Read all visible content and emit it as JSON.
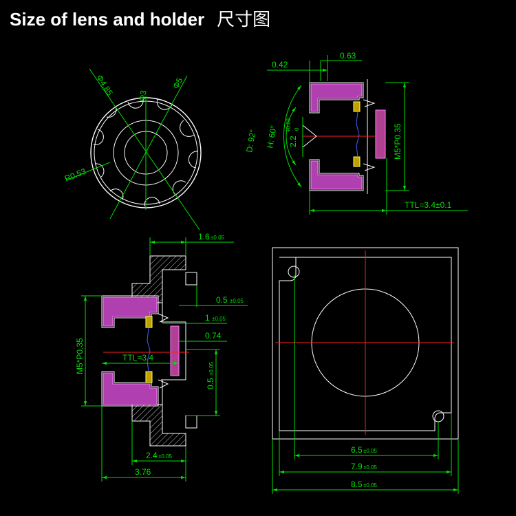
{
  "title": {
    "main": "Size of lens and holder",
    "cn": "尺寸图"
  },
  "top_left": {
    "d_outer": "Φ5",
    "d_mid": "Φ4.85",
    "d_inner": "Φ3",
    "radius": "R0.53"
  },
  "top_right": {
    "d042": "0.42",
    "d063": "0.63",
    "d_angle": "D: 92°",
    "h_angle": "H: 60°",
    "aperture": "2.2",
    "tol_up": "+0.03",
    "tol_dn": "0",
    "thread": "M5*P0.35",
    "ttl": "TTL=3.4±0.1"
  },
  "bottom_left": {
    "d16": "1.6",
    "d05a": "0.5",
    "d1": "1",
    "d074": "0.74",
    "d05b": "0.5",
    "thread": "M5*P0.35",
    "ttl": "TTL=3.4",
    "d24": "2.4",
    "d376": "3.76",
    "tol": "±0.05"
  },
  "bottom_right": {
    "d65": "6.5",
    "d79": "7.9",
    "d85": "8.5",
    "tol": "±0.05"
  },
  "colors": {
    "background": "#000000",
    "dimension": "#00e000",
    "outline": "#ffffff",
    "centerline": "#ff2020",
    "lens": "#b040b0"
  }
}
